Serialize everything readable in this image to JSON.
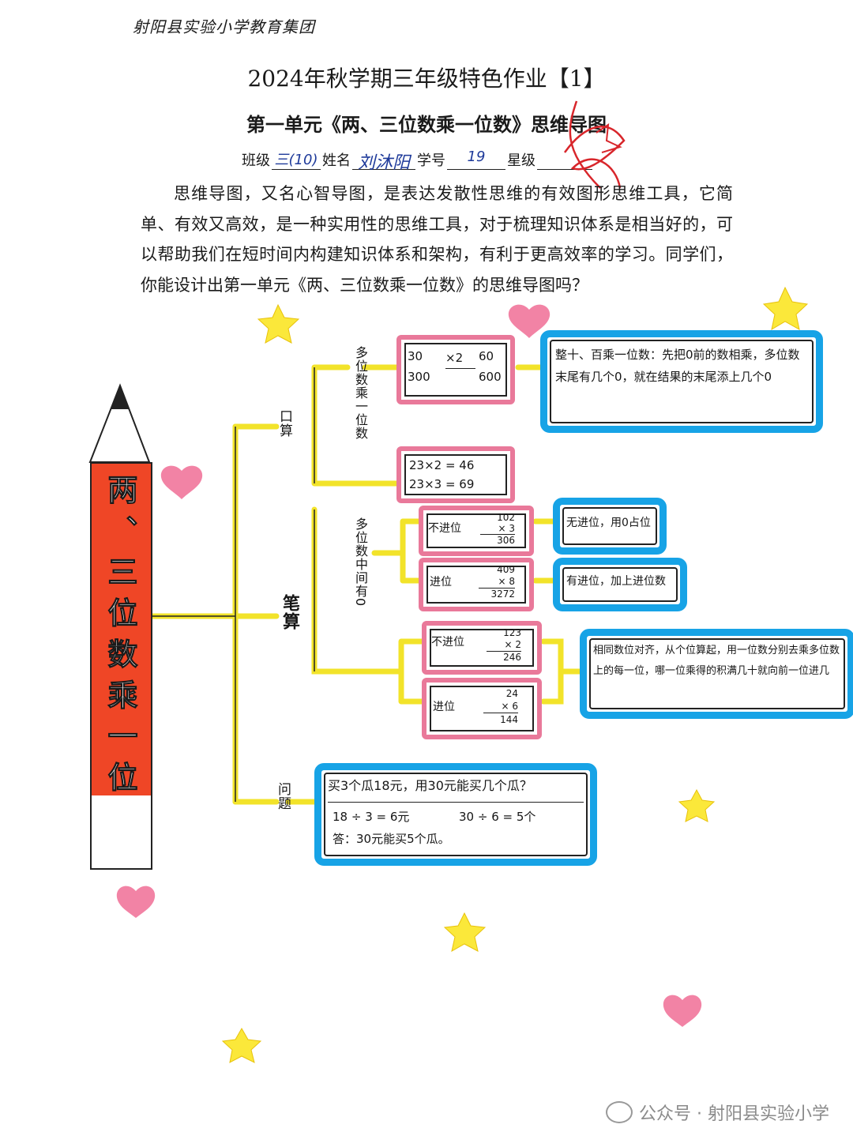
{
  "header": {
    "school": "射阳县实验小学教育集团",
    "title": "2024年秋学期三年级特色作业【1】",
    "subtitle": "第一单元《两、三位数乘一位数》思维导图"
  },
  "info": {
    "class_label": "班级",
    "class_value": "三(10)",
    "name_label": "姓名",
    "name_value": "刘沐阳",
    "id_label": "学号",
    "id_value": "19",
    "star_label": "星级"
  },
  "intro": "思维导图，又名心智导图，是表达发散性思维的有效图形思维工具，它简单、有效又高效，是一种实用性的思维工具，对于梳理知识体系是相当好的，可以帮助我们在短时间内构建知识体系和架构，有利于更高效率的学习。同学们，你能设计出第一单元《两、三位数乘一位数》的思维导图吗？",
  "mindmap": {
    "center": "两、三位数乘一位数",
    "branch_oral": "口算",
    "branch_written": "笔算",
    "branch_problem": "问题",
    "sub_oral": "多位数乘一位数",
    "sub_written": "多位数中间有0",
    "oral_box1": {
      "l1": "30",
      "l2": "300",
      "op": "×2",
      "r1": "60",
      "r2": "600"
    },
    "oral_note": "整十、百乘一位数：先把0前的数相乘，多位数末尾有几个0，就在结果的末尾添上几个0",
    "oral_box2": {
      "l1": "23×2 = 46",
      "l2": "23×3 = 69"
    },
    "w1_label": "不进位",
    "w1_calc": {
      "a": "102",
      "b": "× 3",
      "r": "306"
    },
    "w1_note": "无进位，用0占位",
    "w2_label": "进位",
    "w2_calc": {
      "a": "409",
      "b": "× 8",
      "r": "3272"
    },
    "w2_note": "有进位，加上进位数",
    "w3_label": "不进位",
    "w3_calc": {
      "a": "123",
      "b": "× 2",
      "r": "246"
    },
    "w4_label": "进位",
    "w4_calc": {
      "a": "24",
      "b": "× 6",
      "r": "144"
    },
    "w34_note": "相同数位对齐，从个位算起，用一位数分别去乘多位数上的每一位，哪一位乘得的积满几十就向前一位进几",
    "problem": {
      "q": "买3个瓜18元，用30元能买几个瓜？",
      "s1": "18 ÷ 3 = 6元",
      "s2": "30 ÷ 6 = 5个",
      "a": "答：30元能买5个瓜。"
    }
  },
  "watermark": "公众号 · 射阳县实验小学",
  "colors": {
    "pink": "#e9799a",
    "blue": "#17a3e6",
    "yellow": "#f2e32a",
    "red": "#ef4626",
    "star": "#fbe83a",
    "heart": "#f06d95"
  }
}
